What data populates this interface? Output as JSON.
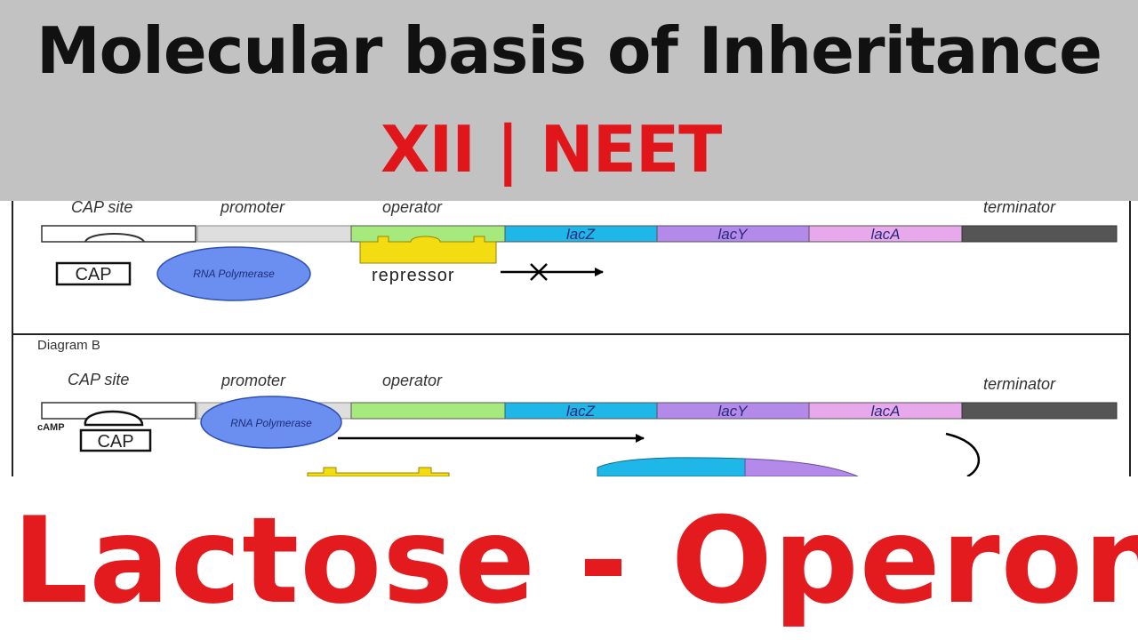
{
  "header": {
    "title": "Molecular basis of Inheritance",
    "subtitle": "XII | NEET"
  },
  "diagram": {
    "panel_a": {
      "labels": {
        "cap_site": "CAP site",
        "promoter": "promoter",
        "operator": "operator",
        "terminator": "terminator"
      },
      "genes": [
        "lacZ",
        "lacY",
        "lacA"
      ],
      "cap_box": "CAP",
      "rna_polymerase": "RNA Polymerase",
      "repressor": "repressor"
    },
    "panel_b": {
      "title": "Diagram B",
      "labels": {
        "cap_site": "CAP site",
        "promoter": "promoter",
        "operator": "operator",
        "terminator": "terminator"
      },
      "genes": [
        "lacZ",
        "lacY",
        "lacA"
      ],
      "camp": "cAMP",
      "cap_box": "CAP",
      "rna_polymerase": "RNA Polymerase"
    },
    "colors": {
      "operator": "#a6ea7e",
      "lacZ": "#1fb6e8",
      "lacY": "#b389ea",
      "lacA": "#e7a9ec",
      "terminator": "#555555",
      "promoter": "#dedede",
      "repressor": "#f4dc12",
      "rna_polymerase": "#6a8ff0"
    }
  },
  "banner": {
    "text": "Lactose - Operon"
  }
}
